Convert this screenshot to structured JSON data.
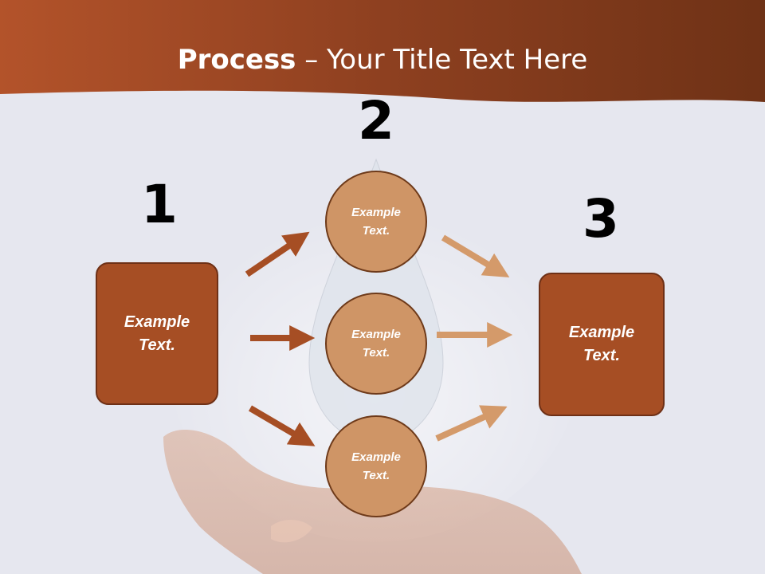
{
  "title": {
    "bold": "Process",
    "rest": " – Your Title Text Here"
  },
  "steps": [
    {
      "number": "1",
      "text": "Example Text."
    },
    {
      "number": "2",
      "text": "Example Text."
    },
    {
      "number": "3",
      "text": "Example Text."
    }
  ],
  "circles": [
    {
      "text": "Example Text."
    },
    {
      "text": "Example Text."
    },
    {
      "text": "Example Text."
    }
  ],
  "colors": {
    "header": "#8a3a17",
    "box": "#a64e24",
    "circle": "#cf9566",
    "arrow_dark": "#a64e24",
    "arrow_light": "#d49a6a"
  }
}
